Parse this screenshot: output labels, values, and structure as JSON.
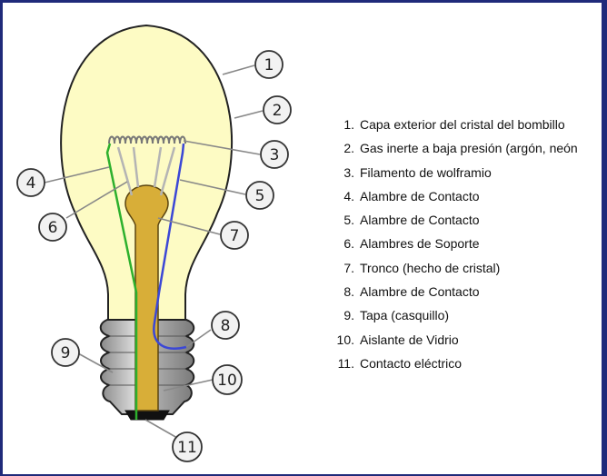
{
  "markers": [
    "1",
    "2",
    "3",
    "4",
    "5",
    "6",
    "7",
    "8",
    "9",
    "10",
    "11"
  ],
  "legend": {
    "items": [
      {
        "num": "1.",
        "text": "Capa exterior del cristal del bombillo"
      },
      {
        "num": "2.",
        "text": "Gas inerte a baja presión (argón, neón"
      },
      {
        "num": "3.",
        "text": "Filamento de wolframio"
      },
      {
        "num": "4.",
        "text": "Alambre de Contacto"
      },
      {
        "num": "5.",
        "text": "Alambre de Contacto"
      },
      {
        "num": "6.",
        "text": "Alambres de Soporte"
      },
      {
        "num": "7.",
        "text": "Tronco (hecho de cristal)"
      },
      {
        "num": "8.",
        "text": "Alambre de Contacto"
      },
      {
        "num": "9.",
        "text": "Tapa (casquillo)"
      },
      {
        "num": "10.",
        "text": "Aislante de Vidrio"
      },
      {
        "num": "11.",
        "text": "Contacto eléctrico"
      }
    ]
  },
  "colors": {
    "glass": "#fdfbc4",
    "stem": "#d8ae38",
    "wire_left": "#2db02d",
    "wire_right": "#3b47d6",
    "base": "#9a9a9a",
    "frame": "#1f2a7a"
  }
}
